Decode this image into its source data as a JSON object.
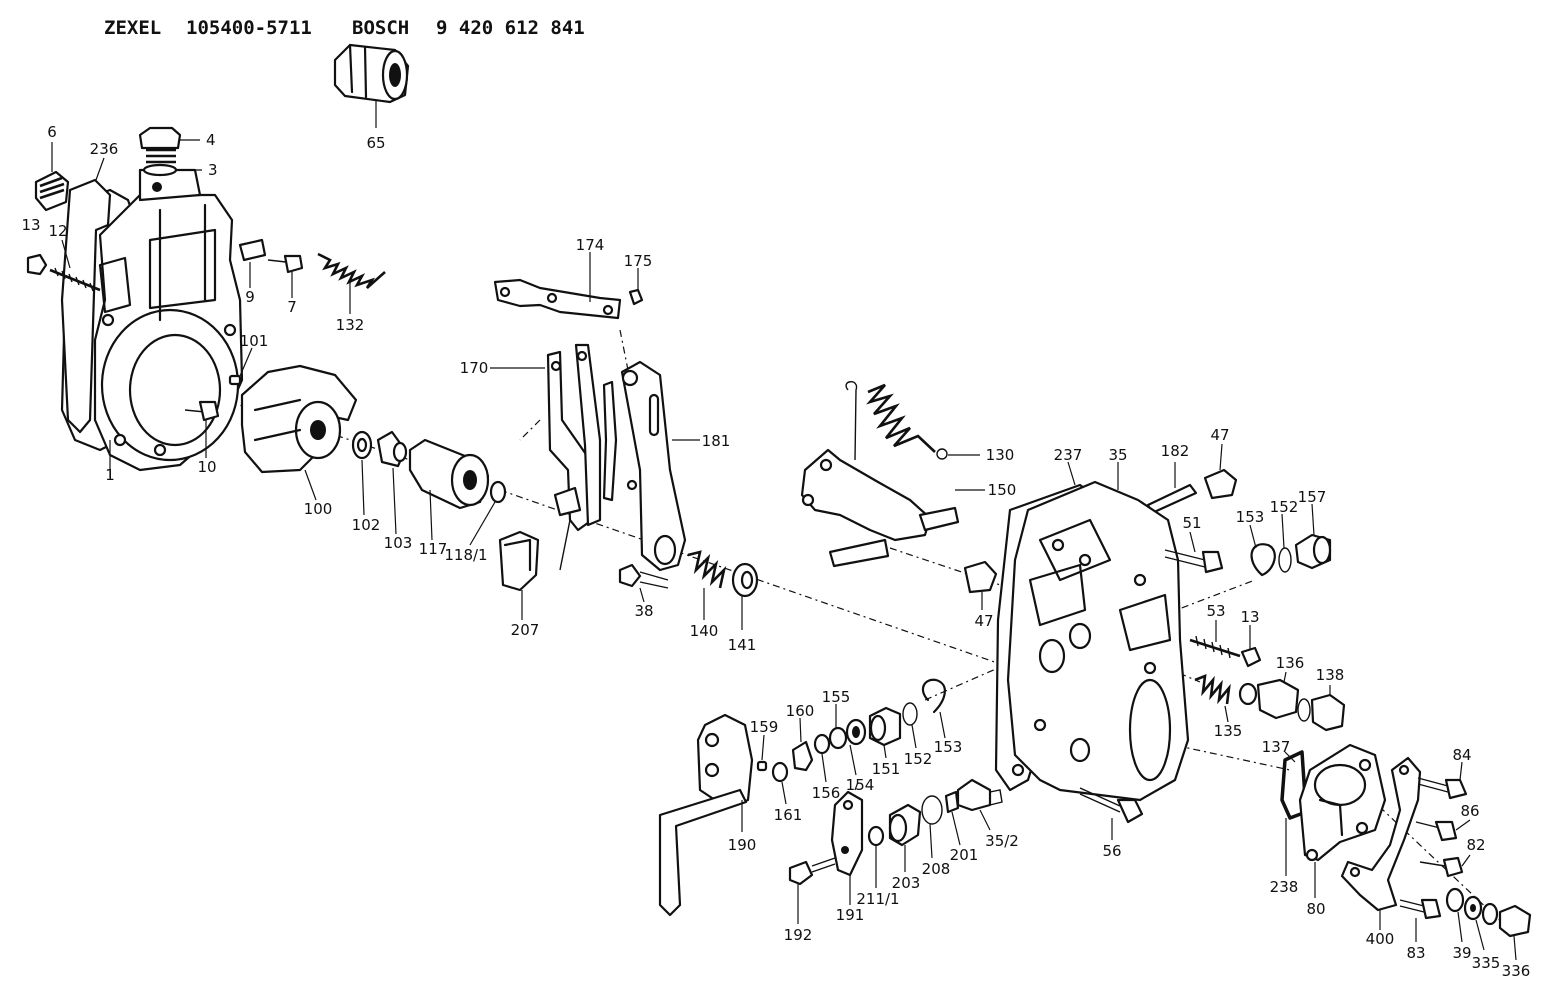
{
  "header": {
    "maker1": "ZEXEL",
    "part1": "105400-5711",
    "maker2": "BOSCH",
    "part2": "9 420 612 841"
  },
  "callouts": {
    "c1": "1",
    "c3": "3",
    "c4": "4",
    "c6": "6",
    "c7": "7",
    "c9": "9",
    "c10": "10",
    "c12": "12",
    "c13a": "13",
    "c13b": "13",
    "c35": "35",
    "c35_2": "35/2",
    "c38": "38",
    "c39": "39",
    "c47a": "47",
    "c47b": "47",
    "c51": "51",
    "c53": "53",
    "c56": "56",
    "c65": "65",
    "c80": "80",
    "c82": "82",
    "c83": "83",
    "c84": "84",
    "c86": "86",
    "c100": "100",
    "c101": "101",
    "c102": "102",
    "c103": "103",
    "c117": "117",
    "c118_1": "118/1",
    "c130": "130",
    "c132": "132",
    "c135": "135",
    "c136": "136",
    "c137": "137",
    "c138": "138",
    "c140": "140",
    "c141": "141",
    "c150": "150",
    "c151": "151",
    "c152a": "152",
    "c152b": "152",
    "c153a": "153",
    "c153b": "153",
    "c154": "154",
    "c155": "155",
    "c156": "156",
    "c157": "157",
    "c159": "159",
    "c160": "160",
    "c161": "161",
    "c170": "170",
    "c174": "174",
    "c175": "175",
    "c181": "181",
    "c182": "182",
    "c190": "190",
    "c191": "191",
    "c192": "192",
    "c201": "201",
    "c203": "203",
    "c207": "207",
    "c208": "208",
    "c211_1": "211/1",
    "c236": "236",
    "c237": "237",
    "c238": "238",
    "c335": "335",
    "c336": "336",
    "c400": "400"
  }
}
